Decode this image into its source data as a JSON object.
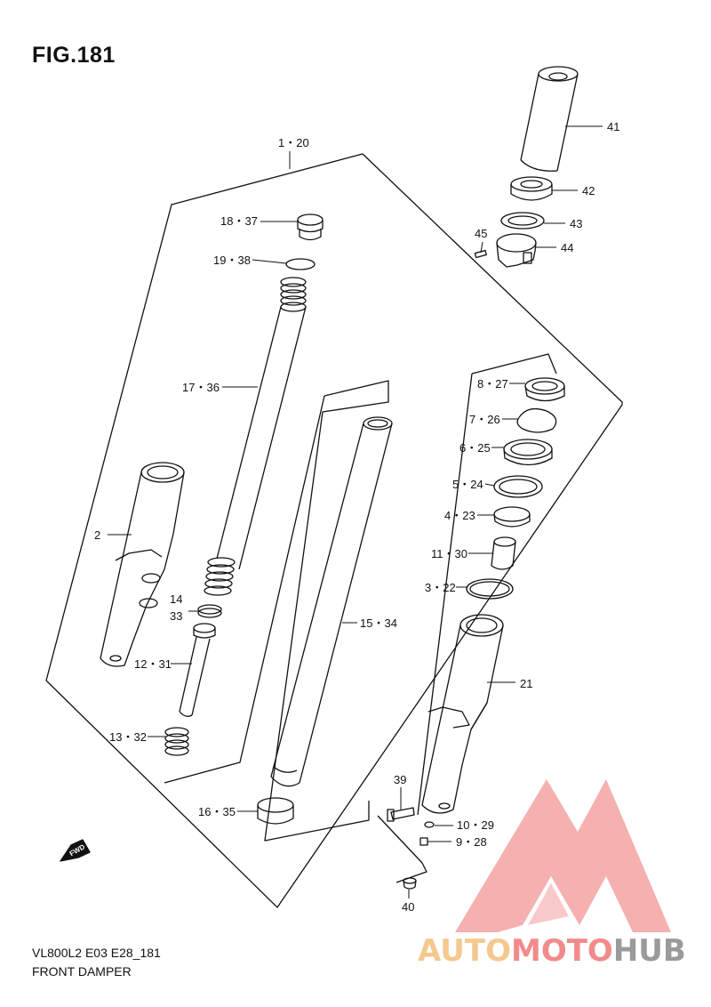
{
  "figure": {
    "title": "FIG.181",
    "model_code": "VL800L2 E03 E28_181",
    "section_name": "FRONT DAMPER"
  },
  "direction_marker": {
    "text": "FWD",
    "icon": "forward-arrow-icon"
  },
  "watermark": {
    "parts": [
      "AUTO",
      "MOTO",
      "HUB"
    ],
    "colors": {
      "auto": "#f5c88f",
      "moto": "#f28b8b",
      "hub": "#9a9a9a",
      "logo": "#f4a3a3"
    }
  },
  "callouts": [
    {
      "id": "c1",
      "text": "1・20"
    },
    {
      "id": "c2",
      "text": "2"
    },
    {
      "id": "c3",
      "text": "3・22"
    },
    {
      "id": "c4",
      "text": "4・23"
    },
    {
      "id": "c5",
      "text": "5・24"
    },
    {
      "id": "c6",
      "text": "6・25"
    },
    {
      "id": "c7",
      "text": "7・26"
    },
    {
      "id": "c8",
      "text": "8・27"
    },
    {
      "id": "c9",
      "text": "9・28"
    },
    {
      "id": "c10",
      "text": "10・29"
    },
    {
      "id": "c11",
      "text": "11・30"
    },
    {
      "id": "c12",
      "text": "12・31"
    },
    {
      "id": "c13",
      "text": "13・32"
    },
    {
      "id": "c14",
      "text": "14"
    },
    {
      "id": "c15",
      "text": "15・34"
    },
    {
      "id": "c16",
      "text": "16・35"
    },
    {
      "id": "c17",
      "text": "17・36"
    },
    {
      "id": "c18",
      "text": "18・37"
    },
    {
      "id": "c19",
      "text": "19・38"
    },
    {
      "id": "c21",
      "text": "21"
    },
    {
      "id": "c33",
      "text": "33"
    },
    {
      "id": "c39",
      "text": "39"
    },
    {
      "id": "c40",
      "text": "40"
    },
    {
      "id": "c41",
      "text": "41"
    },
    {
      "id": "c42",
      "text": "42"
    },
    {
      "id": "c43",
      "text": "43"
    },
    {
      "id": "c44",
      "text": "44"
    },
    {
      "id": "c45",
      "text": "45"
    }
  ]
}
